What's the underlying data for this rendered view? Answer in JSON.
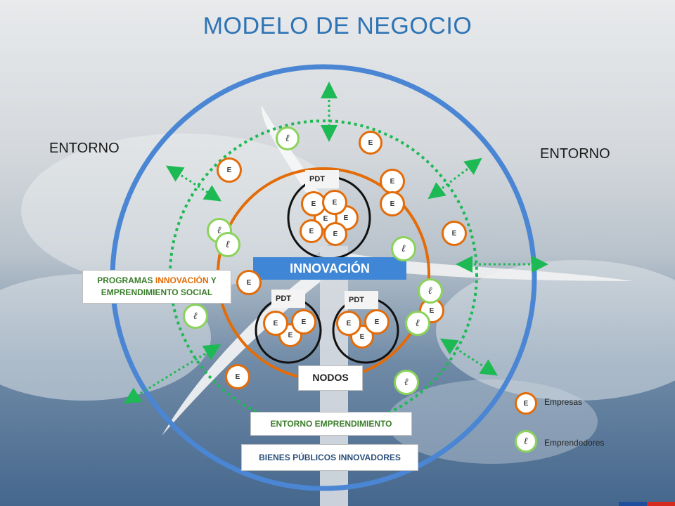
{
  "title": "MODELO DE NEGOCIO",
  "entorno_left": "ENTORNO",
  "entorno_right": "ENTORNO",
  "innovacion": "INNOVACIÓN",
  "programas": {
    "line1_a": "PROGRAMAS ",
    "line1_b": "INNOVACIÓN",
    "line1_c": " Y",
    "line2": "EMPRENDIMIENTO SOCIAL"
  },
  "nodos": "NODOS",
  "entorno_emprendimiento": "ENTORNO EMPRENDIMIENTO",
  "bienes_publicos": "BIENES PÚBLICOS INNOVADORES",
  "pdt_label": "PDT",
  "node_labels": {
    "empresa": "E",
    "emprendedor": "ℓ"
  },
  "legend": {
    "empresas": "Empresas",
    "emprendedores": "Emprendedores"
  },
  "colors": {
    "title": "#2e74b5",
    "outer_ring": "#4a86d4",
    "middle_ring": "#e36c09",
    "dotted_ring": "#1db954",
    "empresa_border": "#e36c09",
    "emprendedor_border": "#8bd35b",
    "innovacion_bar": "#3f86d6"
  },
  "icons": [
    "empresa-circle",
    "emprendedor-circle",
    "double-headed-dotted-arrow"
  ]
}
